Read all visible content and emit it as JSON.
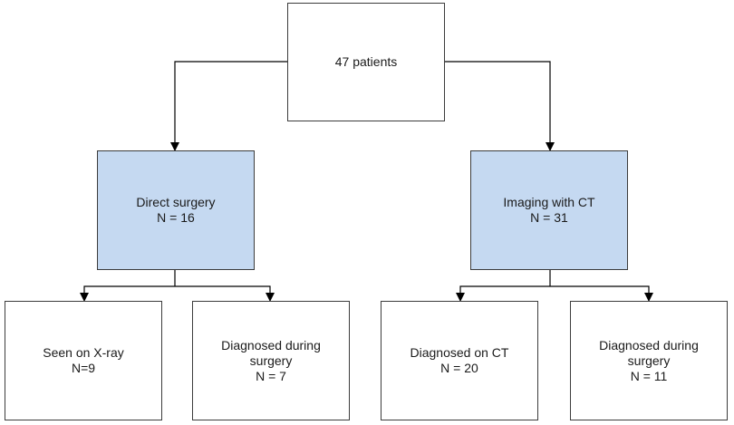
{
  "nodes": {
    "root": {
      "lines": [
        "47 patients"
      ]
    },
    "direct": {
      "lines": [
        "Direct surgery",
        "N = 16"
      ]
    },
    "imaging": {
      "lines": [
        "Imaging with CT",
        "N = 31"
      ]
    },
    "xray": {
      "lines": [
        "Seen on X-ray",
        "N=9"
      ]
    },
    "surgery1": {
      "lines": [
        "Diagnosed during",
        "surgery",
        "N = 7"
      ]
    },
    "ct": {
      "lines": [
        "Diagnosed on CT",
        "N = 20"
      ]
    },
    "surgery2": {
      "lines": [
        "Diagnosed during",
        "surgery",
        "N = 11"
      ]
    }
  },
  "colors": {
    "box_fill_highlight": "#c5d9f1",
    "box_fill": "#ffffff",
    "line": "#000000"
  }
}
